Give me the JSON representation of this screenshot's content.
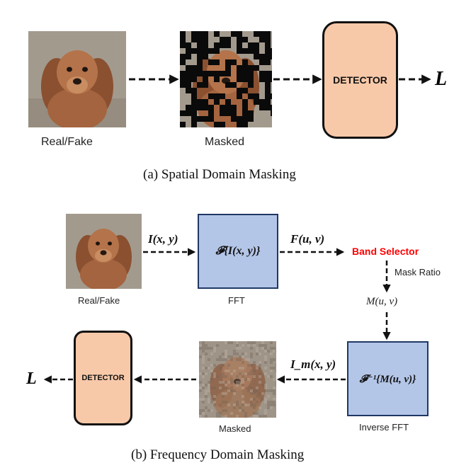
{
  "panel_a": {
    "input_label": "Real/Fake",
    "masked_label": "Masked",
    "detector_label": "DETECTOR",
    "loss_label": "L",
    "caption": "(a) Spatial Domain Masking"
  },
  "panel_b": {
    "input_label": "Real/Fake",
    "signal_label": "I(x, y)",
    "fft_formula": "𝓕{I(x, y)}",
    "fft_label": "FFT",
    "freq_label": "F(u, v)",
    "band_selector_label": "Band Selector",
    "mask_ratio_label": "Mask Ratio",
    "masked_freq_label": "M(u, v)",
    "ifft_formula": "𝓕⁻¹{M(u, v)}",
    "ifft_label": "Inverse FFT",
    "masked_signal_label": "I_m(x, y)",
    "masked_label": "Masked",
    "detector_label": "DETECTOR",
    "loss_label": "L",
    "caption": "(b) Frequency Domain Masking"
  },
  "colors": {
    "detector_fill": "#f8c9a9",
    "fft_fill": "#b4c6e7",
    "band_selector_text": "#ff0000"
  }
}
